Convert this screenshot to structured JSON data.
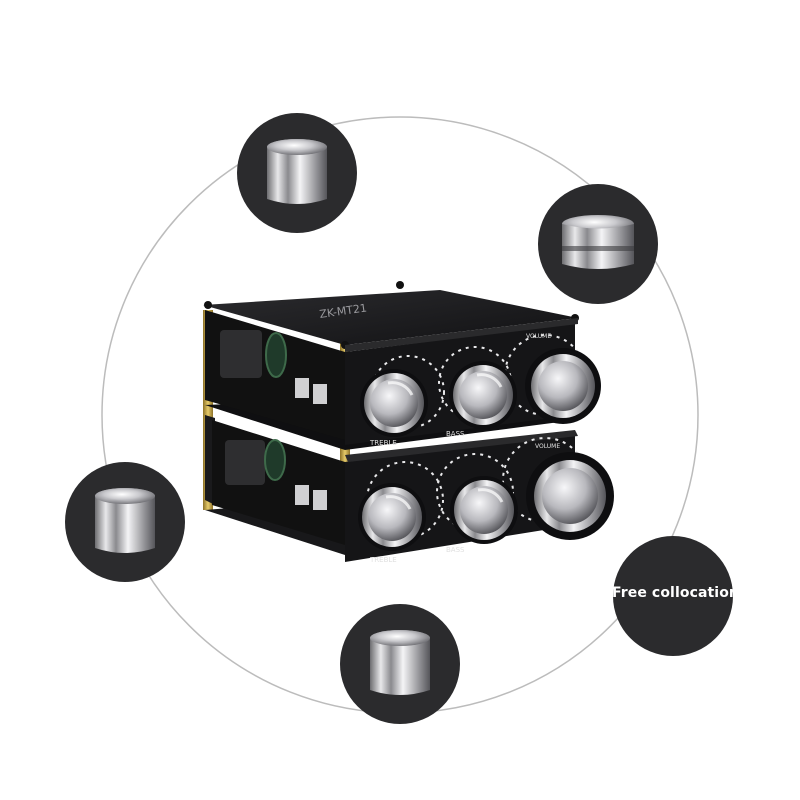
{
  "caption": "Free collocation",
  "board_top_print": "ZK-MT21",
  "knob_labels": {
    "top_board": [
      "TREBLE",
      "BASS",
      "VOLUME"
    ],
    "bottom_board": [
      "TREBLE",
      "BASS",
      "VOLUME"
    ]
  },
  "colors": {
    "background": "#ffffff",
    "bubble": "#2b2b2d",
    "ring": "#bcbcbc",
    "pcb": "#1c1c1e",
    "pillar": "#c9a94b",
    "knob_metal": "#d9d9dc"
  },
  "icons": [
    "knob-thumbnail-icon"
  ]
}
